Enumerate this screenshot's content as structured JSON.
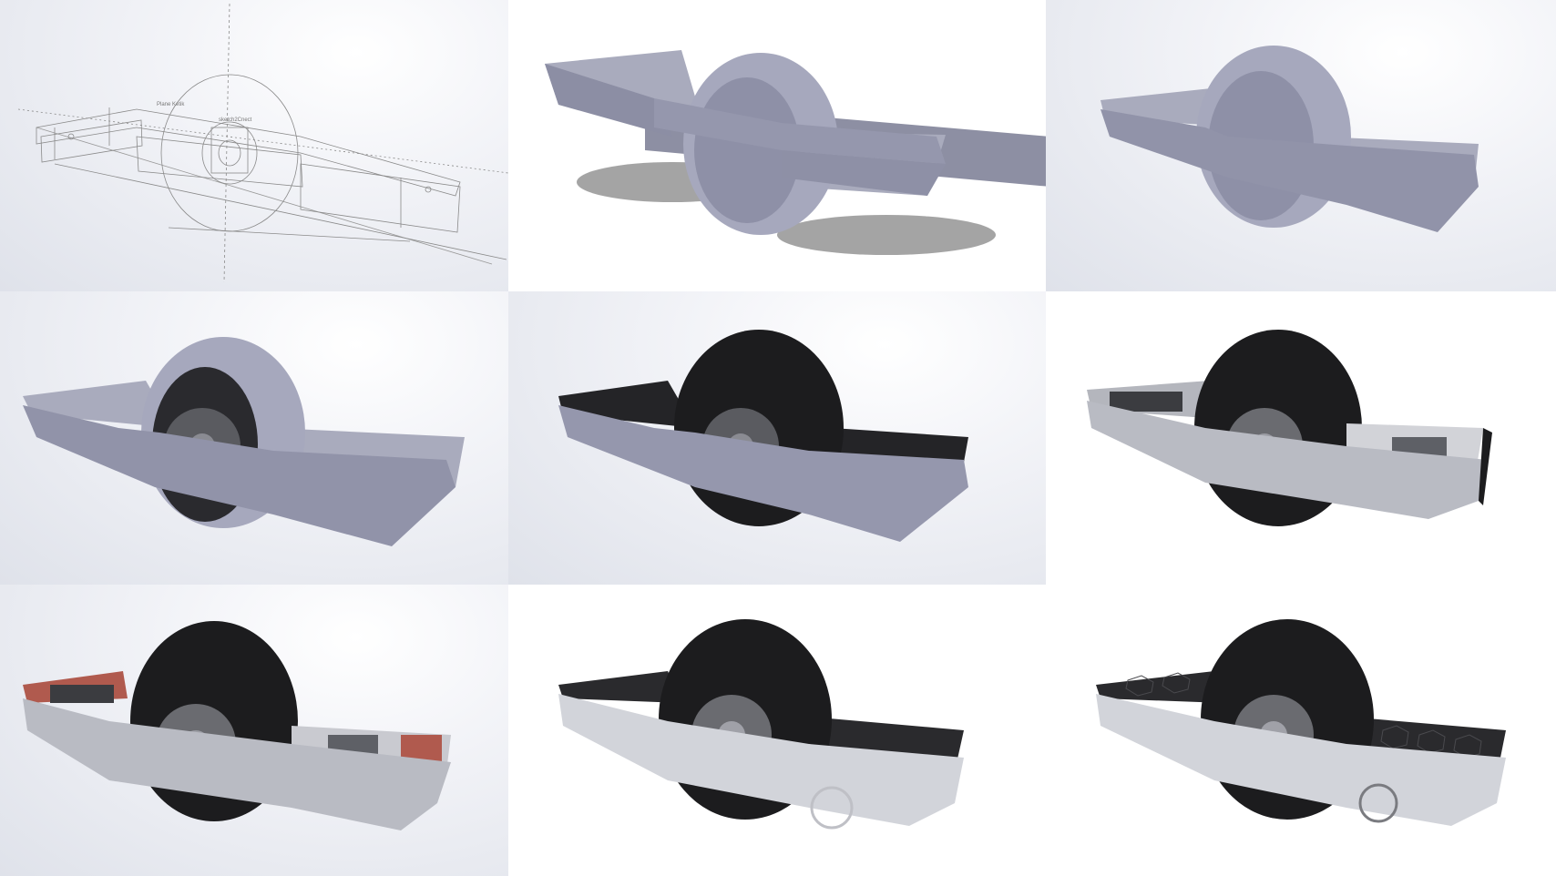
{
  "sketch_labels": {
    "plane": "Plane Ketik",
    "sketch": "sketch2Cnect"
  },
  "colors": {
    "studio_background": "#e3e6ed",
    "white_background": "#ffffff",
    "matte_gray": "#a9abbd",
    "tire_black": "#1c1c1e",
    "aluminum": "#c6c8cf",
    "copper_pad": "#b05a4e",
    "sketch_line": "#8a8a8a"
  },
  "renders": [
    {
      "stage": "wireframe-sketch",
      "background": "studio"
    },
    {
      "stage": "matte-gray-model-with-shadow",
      "background": "white"
    },
    {
      "stage": "matte-gray-model",
      "background": "studio"
    },
    {
      "stage": "gray-model-with-hub-and-belt",
      "background": "studio"
    },
    {
      "stage": "black-tire-and-deck",
      "background": "studio"
    },
    {
      "stage": "open-deck-internals",
      "background": "white"
    },
    {
      "stage": "copper-pads-internals",
      "background": "studio"
    },
    {
      "stage": "aluminum-rails-black-deck",
      "background": "white"
    },
    {
      "stage": "aluminum-rails-hex-grip",
      "background": "white"
    }
  ]
}
